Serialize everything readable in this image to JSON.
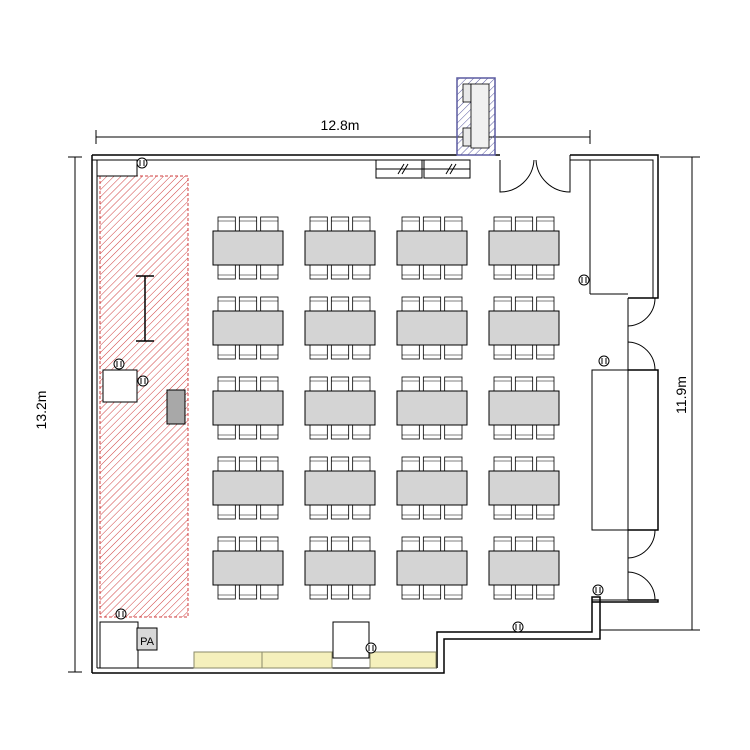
{
  "dimensions": {
    "width_label": "12.8m",
    "height_label": "13.2m",
    "right_height_label": "11.9m"
  },
  "labels": {
    "pa": "PA"
  },
  "layout": {
    "table_rows": 5,
    "table_columns": 4,
    "chairs_per_side": 3
  },
  "colors": {
    "table_fill": "#d4d4d4",
    "stage_hatch": "#d04040",
    "storage_hatch": "#5a5aa0",
    "counter_fill": "#f5f0bc",
    "wall": "#000000"
  },
  "icons": {
    "outlet": "outlet-icon",
    "door": "door-swing-icon"
  }
}
